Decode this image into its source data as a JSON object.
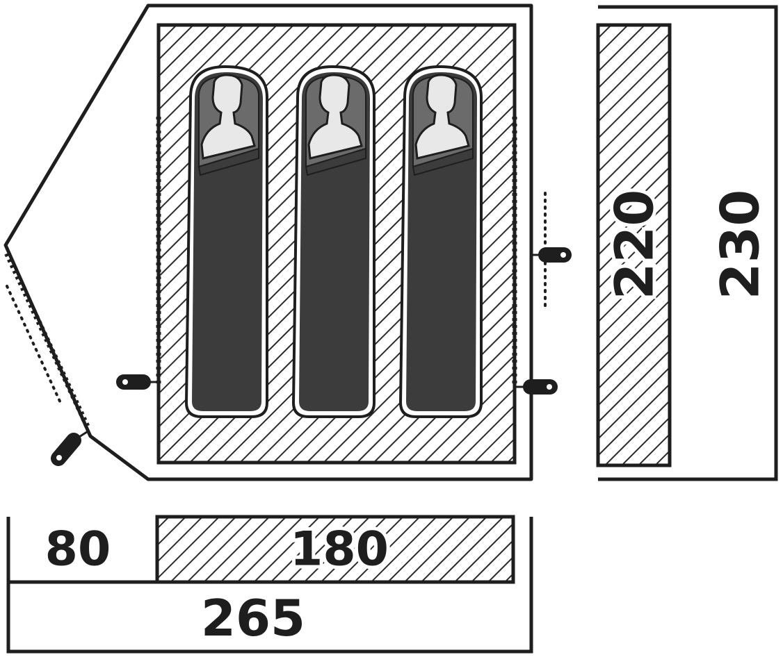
{
  "colors": {
    "line": "#1e1e1e",
    "hatch": "#2a2a2a",
    "bag_outer": "#3c3c3c",
    "bag_hood": "#6b6b6b",
    "person": "#e8e8e8",
    "peg": "#2b2b2b",
    "background": "#ffffff"
  },
  "sleeping_bag_count": 3,
  "dimensions": {
    "inner_length": "220",
    "total_length": "230",
    "vestibule_width": "80",
    "inner_width": "180",
    "total_width": "265"
  },
  "icons": [
    "sleeping-bag-icon",
    "person-silhouette-icon",
    "tent-peg-icon"
  ]
}
